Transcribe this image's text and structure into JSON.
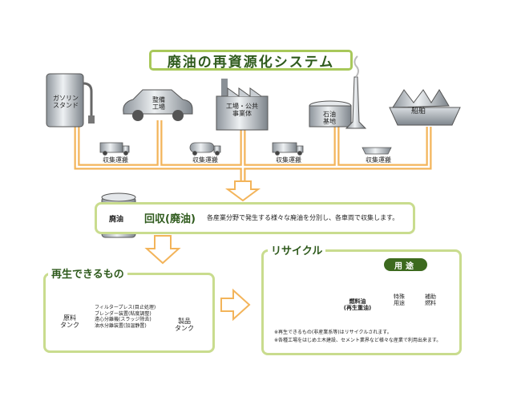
{
  "title": "廃油の再資源化システム",
  "sources": [
    {
      "label": "ガソリン\nスタンド",
      "icon": "gas-pump-icon"
    },
    {
      "label": "整備\n工場",
      "icon": "car-icon"
    },
    {
      "label": "工場・公共\n事業体",
      "icon": "factory-icon"
    },
    {
      "label": "石油\n基地",
      "icon": "oil-tank-icon"
    },
    {
      "label": "船舶",
      "icon": "ship-icon"
    }
  ],
  "transport_label": "収集運搬",
  "collection": {
    "tank_label": "廃油",
    "title": "回収(廃油)",
    "description": "各産業分野で発生する様々な廃油を分別し、各車両で収集します。"
  },
  "regeneration": {
    "heading": "再生できるもの",
    "raw_tank": "原料\nタンク",
    "process_lines": [
      "フィルタープレス(目止処理)",
      "ブレンダー装置(粘度調整)",
      "遠心分離機(スラッジ除去)",
      "油水分離装置(加温静置)"
    ],
    "product_tank": "製品\nタンク"
  },
  "recycle": {
    "heading": "リサイクル",
    "usage_badge": "用途",
    "drops": [
      "燃料油\n(再生重油)",
      "特殊\n用途",
      "補助\n燃料"
    ],
    "notes": [
      "※再生できるもの(非産業系等)はリサイクルされます。",
      "※各種工場をはじめ土木建設、セメント業界など様々な産業で利用出来ます。"
    ]
  },
  "colors": {
    "pipe": "#f3b45a",
    "border": "#c9dc8e",
    "accent": "#3d6a1f",
    "text_green": "#2e5a1c"
  }
}
